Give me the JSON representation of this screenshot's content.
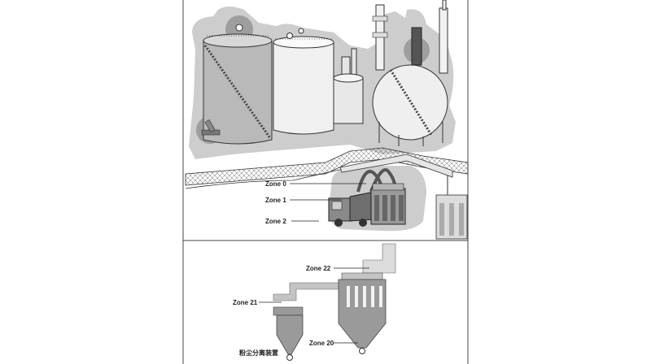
{
  "top_panel": {
    "zones": {
      "zone0": "Zone 0",
      "zone1": "Zone 1",
      "zone2": "Zone 2"
    }
  },
  "bottom_panel": {
    "zones": {
      "zone20": "Zone 20",
      "zone21": "Zone 21",
      "zone22": "Zone 22"
    },
    "caption": "粉尘分离装置"
  },
  "colors": {
    "zone_shade": "#cdcdcd",
    "zone_shade_dark": "#9a9a9a",
    "equipment_gray": "#c4c4c4",
    "tank_light": "#efefef",
    "line": "#333333"
  }
}
